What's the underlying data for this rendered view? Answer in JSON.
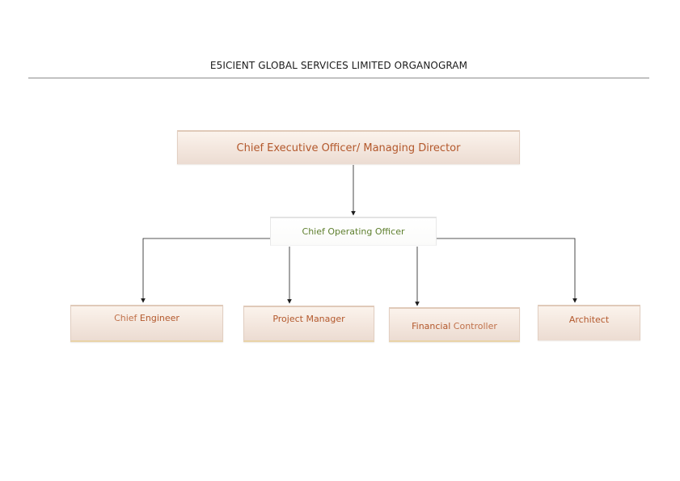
{
  "title": "E5ICIENT GLOBAL SERVICES LIMITED ORGANOGRAM",
  "colors": {
    "rust": "#b3582c",
    "rust_light": "#c0714a",
    "green": "#5e7f2e",
    "text_dark": "#1c1c1c"
  },
  "ceo": {
    "label": "Chief Executive Officer/ Managing Director"
  },
  "coo": {
    "label": "Chief Operating Officer"
  },
  "reports": [
    {
      "part1": "Chief ",
      "part2": "Engineer"
    },
    {
      "part1": "Project ",
      "part2": "Manager"
    },
    {
      "part1": "Financial ",
      "part2": "Controller"
    },
    {
      "part1": "",
      "part2": "Architect"
    }
  ]
}
